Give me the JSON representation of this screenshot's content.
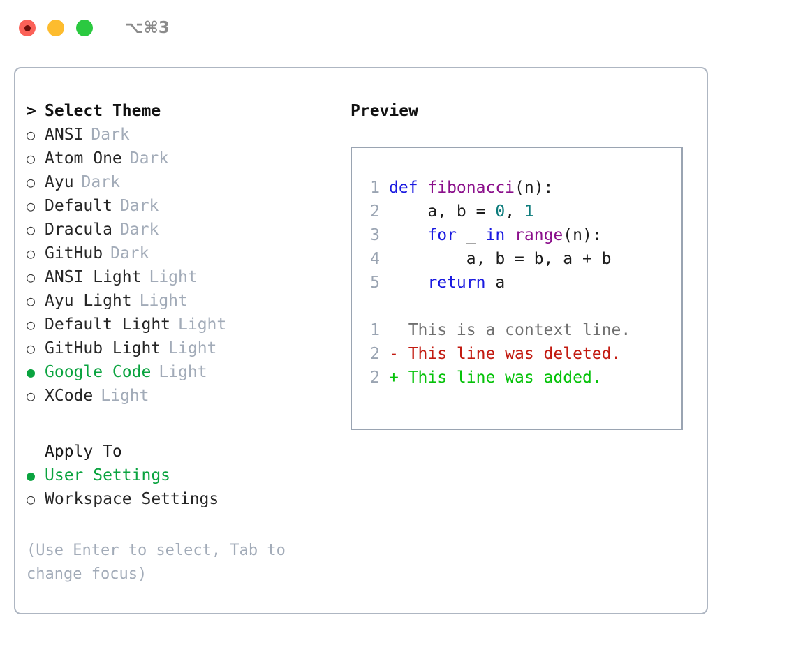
{
  "titlebar": {
    "shortcut": "⌥⌘3",
    "buttons": [
      {
        "name": "close",
        "color": "#fb6158"
      },
      {
        "name": "minimize",
        "color": "#fdbc2e"
      },
      {
        "name": "maximize",
        "color": "#2bc940"
      }
    ]
  },
  "theme_picker": {
    "prompt_marker": ">",
    "title": "Select Theme",
    "marker_unselected": "○",
    "marker_selected": "●",
    "options": [
      {
        "label": "ANSI",
        "tag": "Dark",
        "selected": false
      },
      {
        "label": "Atom One",
        "tag": "Dark",
        "selected": false
      },
      {
        "label": "Ayu",
        "tag": "Dark",
        "selected": false
      },
      {
        "label": "Default",
        "tag": "Dark",
        "selected": false
      },
      {
        "label": "Dracula",
        "tag": "Dark",
        "selected": false
      },
      {
        "label": "GitHub",
        "tag": "Dark",
        "selected": false
      },
      {
        "label": "ANSI Light",
        "tag": "Light",
        "selected": false
      },
      {
        "label": "Ayu Light",
        "tag": "Light",
        "selected": false
      },
      {
        "label": "Default Light",
        "tag": "Light",
        "selected": false
      },
      {
        "label": "GitHub Light",
        "tag": "Light",
        "selected": false
      },
      {
        "label": "Google Code",
        "tag": "Light",
        "selected": true
      },
      {
        "label": "XCode",
        "tag": "Light",
        "selected": false
      }
    ]
  },
  "apply_to": {
    "title": "Apply To",
    "options": [
      {
        "label": "User Settings",
        "selected": true
      },
      {
        "label": "Workspace Settings",
        "selected": false
      }
    ]
  },
  "hint": "(Use Enter to select, Tab to change focus)",
  "preview": {
    "title": "Preview",
    "code_lines": [
      {
        "number": "1",
        "tokens": [
          {
            "text": "def ",
            "kind": "kw"
          },
          {
            "text": "fibonacci",
            "kind": "fn"
          },
          {
            "text": "(n):",
            "kind": "txt"
          }
        ]
      },
      {
        "number": "2",
        "tokens": [
          {
            "text": "    a, b = ",
            "kind": "txt"
          },
          {
            "text": "0",
            "kind": "num"
          },
          {
            "text": ", ",
            "kind": "txt"
          },
          {
            "text": "1",
            "kind": "num"
          }
        ]
      },
      {
        "number": "3",
        "tokens": [
          {
            "text": "    ",
            "kind": "txt"
          },
          {
            "text": "for",
            "kind": "kw"
          },
          {
            "text": " _ ",
            "kind": "txt"
          },
          {
            "text": "in",
            "kind": "kw"
          },
          {
            "text": " ",
            "kind": "txt"
          },
          {
            "text": "range",
            "kind": "fn"
          },
          {
            "text": "(n):",
            "kind": "txt"
          }
        ]
      },
      {
        "number": "4",
        "tokens": [
          {
            "text": "        a, b = b, a + b",
            "kind": "txt"
          }
        ]
      },
      {
        "number": "5",
        "tokens": [
          {
            "text": "    ",
            "kind": "txt"
          },
          {
            "text": "return",
            "kind": "kw"
          },
          {
            "text": " a",
            "kind": "txt"
          }
        ]
      }
    ],
    "diff_lines": [
      {
        "number": "1",
        "tokens": [
          {
            "text": "  This is a context line.",
            "kind": "ctx"
          }
        ]
      },
      {
        "number": "2",
        "tokens": [
          {
            "text": "- This line was deleted.",
            "kind": "del"
          }
        ]
      },
      {
        "number": "2",
        "tokens": [
          {
            "text": "+ This line was added.",
            "kind": "add"
          }
        ]
      }
    ]
  },
  "colors": {
    "selected_green": "#0aa33f",
    "tag_gray": "#a2abb8",
    "border_gray": "#aeb6c2",
    "keyword_blue": "#1a1ae0",
    "function_purple": "#8b0f8b",
    "number_teal": "#0b7b7b",
    "diff_deleted_red": "#c21a10",
    "diff_added_green": "#06c20a"
  }
}
